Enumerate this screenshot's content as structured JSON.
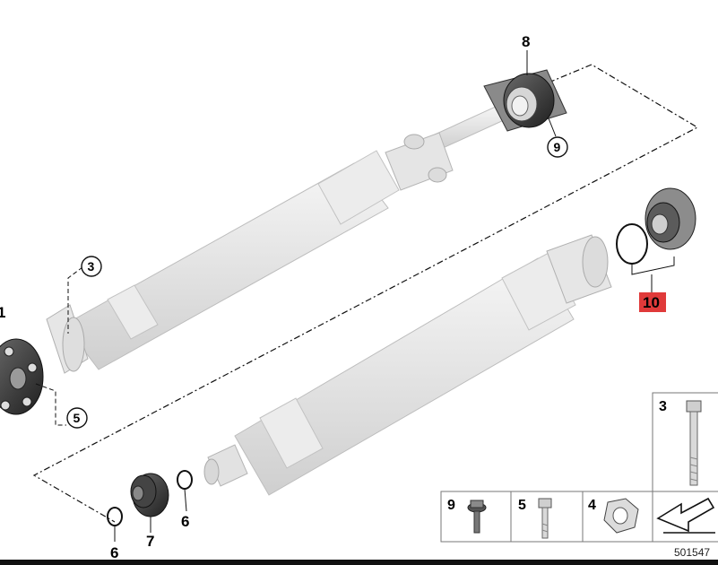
{
  "colors": {
    "highlight": "#e03a3a",
    "shaft_fill": "#e8e8e8",
    "shaft_stroke": "#b9b9b9",
    "dark_part": "#3b3b3b"
  },
  "callouts": {
    "p1": "1",
    "p3": "3",
    "p5": "5",
    "p6a": "6",
    "p6b": "6",
    "p7": "7",
    "p8": "8",
    "p9": "9",
    "p10": "10"
  },
  "legend": {
    "bolt_long": "3",
    "screw_washer": "9",
    "bolt_short": "5",
    "nut": "4",
    "arrow_icon": "arrow-icon"
  },
  "diagram_id": "501547"
}
